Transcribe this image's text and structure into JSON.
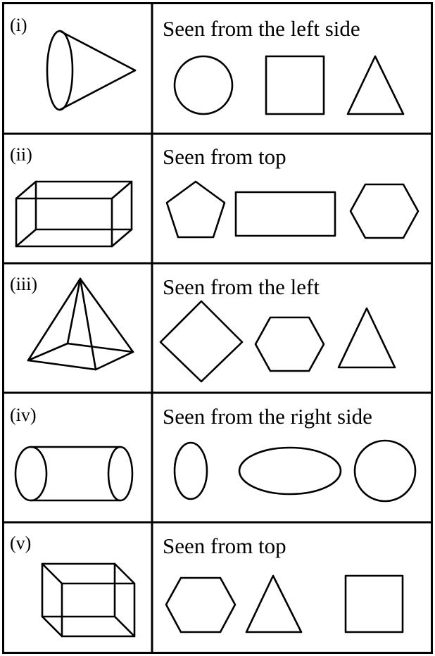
{
  "rows": [
    {
      "label": "(i)",
      "caption": "Seen from the left side",
      "solid": "cone-icon",
      "options": [
        "circle-icon",
        "square-icon",
        "triangle-icon"
      ]
    },
    {
      "label": "(ii)",
      "caption": "Seen from top",
      "solid": "cuboid-icon",
      "options": [
        "pentagon-icon",
        "rectangle-icon",
        "hexagon-icon"
      ]
    },
    {
      "label": "(iii)",
      "caption": "Seen from the left",
      "solid": "pyramid-icon",
      "options": [
        "diamond-icon",
        "hexagon-icon",
        "triangle-icon"
      ]
    },
    {
      "label": "(iv)",
      "caption": "Seen from the right side",
      "solid": "cylinder-icon",
      "options": [
        "vertical-ellipse-icon",
        "horizontal-ellipse-icon",
        "circle-icon"
      ]
    },
    {
      "label": "(v)",
      "caption": "Seen from top",
      "solid": "cube-icon",
      "options": [
        "hexagon-icon",
        "triangle-icon",
        "square-icon"
      ]
    }
  ]
}
